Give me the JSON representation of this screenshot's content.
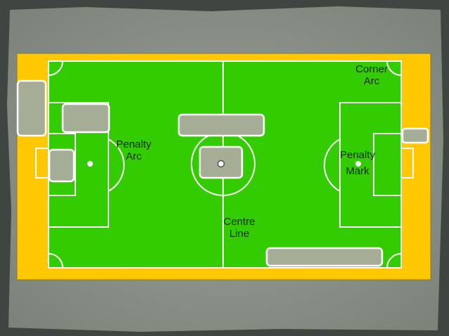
{
  "colors": {
    "border": "#ffc800",
    "pitch": "#33cc00",
    "lines": "#ffffff",
    "blank_box": "#a6ad96",
    "paper": "#8a9088"
  },
  "labels": {
    "corner_arc": [
      "Corner",
      "Arc"
    ],
    "penalty_arc": [
      "Penalty",
      "Arc"
    ],
    "penalty_mark": [
      "Penalty",
      "Mark"
    ],
    "centre_line": [
      "Centre",
      "Line"
    ]
  }
}
